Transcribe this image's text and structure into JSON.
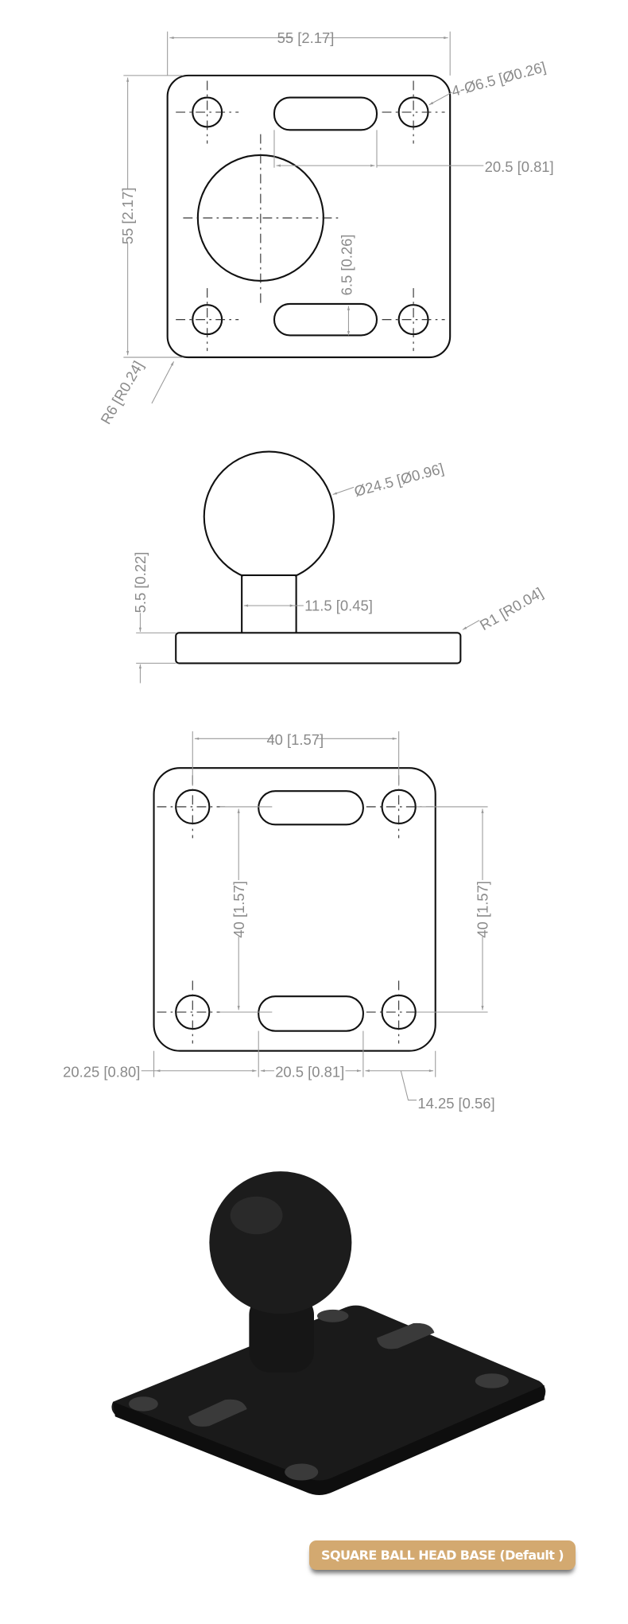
{
  "top_view": {
    "width_dim": "55 [2.17]",
    "height_dim": "55 [2.17]",
    "hole_dim": "4-Ø6.5 [Ø0.26]",
    "slot_length_dim": "20.5 [0.81]",
    "slot_width_dim": "6.5 [0.26]",
    "corner_radius_dim": "R6 [R0.24]"
  },
  "side_view": {
    "ball_dim": "Ø24.5 [Ø0.96]",
    "neck_dim": "11.5 [0.45]",
    "base_thickness_dim": "5.5 [0.22]",
    "edge_radius_dim": "R1 [R0.04]"
  },
  "bottom_view": {
    "hole_spacing_x_dim": "40 [1.57]",
    "hole_spacing_y_left_dim": "40 [1.57]",
    "hole_spacing_y_right_dim": "40 [1.57]",
    "edge_to_slot_dim": "20.25 [0.80]",
    "slot_length_dim": "20.5 [0.81]",
    "slot_to_edge_dim": "14.25 [0.56]"
  },
  "product_photo": {
    "color": "#1a1a1a"
  },
  "badge": {
    "label": "SQUARE BALL HEAD BASE (Default )",
    "color": "#d3a970"
  }
}
